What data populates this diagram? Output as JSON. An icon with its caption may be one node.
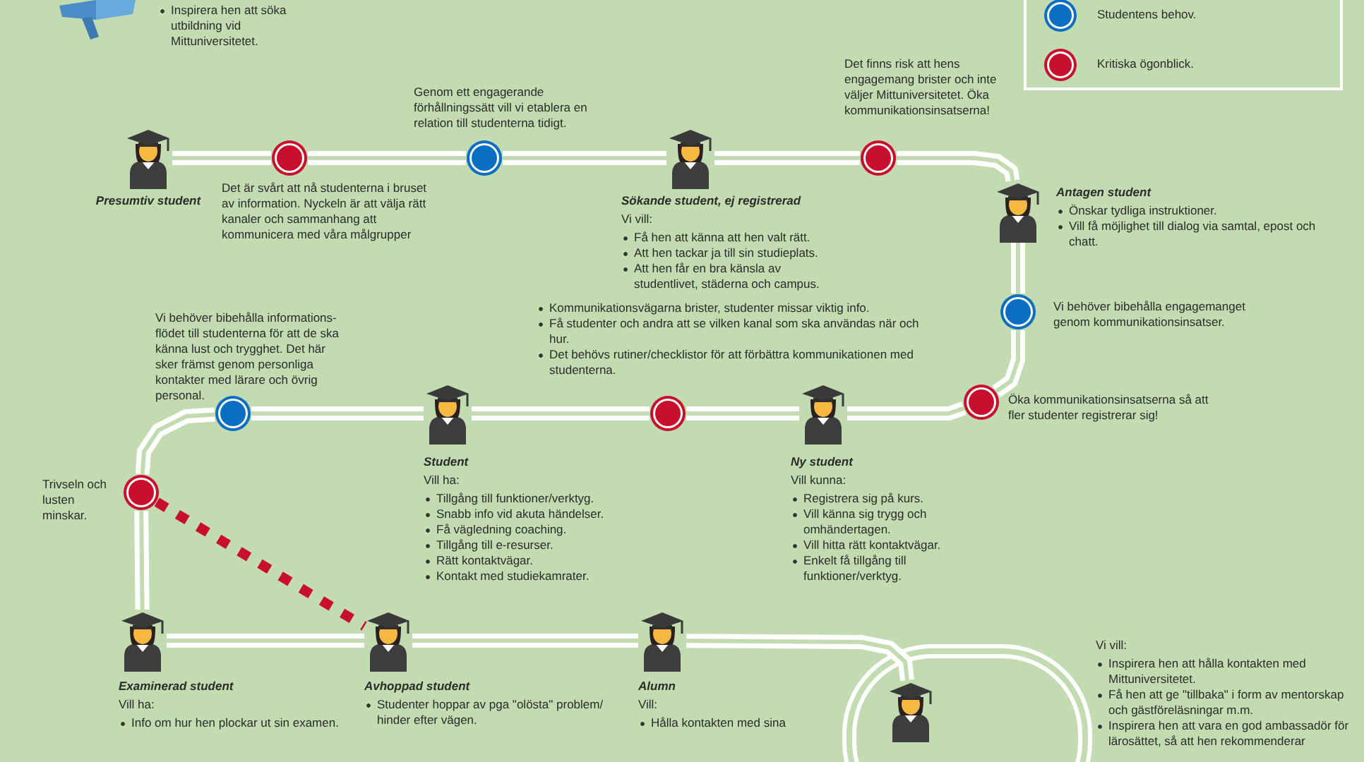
{
  "diagram": {
    "nodes": [
      {
        "text": [
          "Presumtiv student"
        ]
      },
      {
        "text": [],
        "shape": "circle",
        "beside": [
          "Det är svårt att nå studenterna i bruset av information. Nyckeln är att välja rätt kanaler och sammanhang att kommunicera med våra målgrupper"
        ]
      },
      {
        "text": [],
        "shape": "circle",
        "beside": [
          "Genom ett engagerande förhållningssätt vill vi etablera en relation till studenterna tidigt."
        ]
      },
      {
        "text": [
          "Sökande student, ej registrerad",
          "Vi vill:",
          "Få hen att känna att hen valt rätt.",
          "Att hen tackar ja till sin studieplats.",
          "Att hen får en bra känsla av studentlivet, städerna och campus."
        ]
      },
      {
        "text": [],
        "shape": "circle",
        "beside": [
          "Det finns risk att hens engagemang brister och inte väljer Mittuniversitetet. Öka kommunikationsinsatserna!"
        ]
      },
      {
        "text": [
          "Antagen student",
          "Önskar tydliga instruktioner.",
          "Vill få möjlighet till dialog via samtal, epost och chatt."
        ]
      },
      {
        "text": [],
        "shape": "circle",
        "beside": [
          "Vi behöver bibehålla engagemanget genom kommunikationsinsatser."
        ]
      },
      {
        "text": [],
        "shape": "circle",
        "beside": [
          "Öka kommunikationsinsatserna så att fler studenter registrerar sig!"
        ]
      },
      {
        "text": [
          "Ny student",
          "Vill kunna:",
          "Registrera sig på kurs.",
          "Vill känna sig trygg och omhändertagen.",
          "Vill hitta rätt kontaktvägar.",
          "Enkelt få tillgång till funktioner/verktyg."
        ]
      },
      {
        "text": [],
        "shape": "circle",
        "beside": [
          "Kommunikationsvägarna brister, studenter missar viktig info.",
          "Få studenter och andra att se vilken kanal som ska användas när och hur.",
          "Det behövs rutiner/checklistor för att förbättra kommunikationen med studenterna."
        ]
      },
      {
        "text": [
          "Student",
          "Vill ha:",
          "Tillgång till funktioner/verktyg.",
          "Snabb info vid akuta händelser.",
          "Få vägledning coaching.",
          "Tillgång till e-resurser.",
          "Rätt kontaktvägar.",
          "Kontakt med studiekamrater."
        ]
      },
      {
        "text": [],
        "shape": "circle",
        "beside": [
          "Vi behöver bibehålla informations-flödet till studenterna för att de ska känna lust och trygghet. Det här sker främst genom personliga kontakter med lärare och övrig personal."
        ]
      },
      {
        "text": [],
        "shape": "circle",
        "beside": [
          "Trivseln och lusten minskar."
        ]
      },
      {
        "text": [
          "Examinerad student",
          "Vill ha:",
          "Info om hur hen plockar ut sin examen."
        ]
      },
      {
        "text": [
          "Avhoppad student",
          "Studenter hoppar av pga \"olösta\" problem/ hinder efter vägen."
        ]
      },
      {
        "text": [
          "Alumn",
          "Vill:",
          "Hålla kontakten med sina"
        ]
      },
      {
        "text": [
          "Vi vill:",
          "Inspirera hen att hålla kontakten med Mittuniversitetet.",
          "Få hen att ge \"tillbaka\" i form av mentorskap och gästföreläsningar m.m.",
          "Inspirera hen att vara en god ambassadör för lärosättet, så att hen rekommenderar"
        ]
      }
    ],
    "edges": [
      {
        "from": 0,
        "to": 1,
        "arrow": "none"
      },
      {
        "from": 1,
        "to": 2,
        "arrow": "none"
      },
      {
        "from": 2,
        "to": 3,
        "arrow": "none"
      },
      {
        "from": 3,
        "to": 4,
        "arrow": "none"
      },
      {
        "from": 4,
        "to": 5,
        "arrow": "none"
      },
      {
        "from": 5,
        "to": 6,
        "arrow": "none"
      },
      {
        "from": 6,
        "to": 7,
        "arrow": "none"
      },
      {
        "from": 7,
        "to": 8,
        "arrow": "none"
      },
      {
        "from": 8,
        "to": 9,
        "arrow": "none"
      },
      {
        "from": 9,
        "to": 10,
        "arrow": "none"
      },
      {
        "from": 10,
        "to": 11,
        "arrow": "none"
      },
      {
        "from": 11,
        "to": 12,
        "arrow": "none"
      },
      {
        "from": 12,
        "to": 13,
        "arrow": "none"
      },
      {
        "from": 13,
        "to": 14,
        "arrow": "none"
      },
      {
        "from": 14,
        "to": 15,
        "arrow": "none"
      },
      {
        "from": 15,
        "to": 16,
        "arrow": "none"
      },
      {
        "from": 12,
        "to": 14,
        "arrow": "none",
        "style": "dashed",
        "color": "#c8102e"
      }
    ],
    "labels": [
      "Inspirera hen att söka utbildning vid Mittuniversitetet."
    ],
    "legend": [
      {
        "text": "Studentens behov.",
        "color": "#0a6fc2"
      },
      {
        "text": "Kritiska ögonblick.",
        "color": "#c8102e"
      }
    ]
  }
}
